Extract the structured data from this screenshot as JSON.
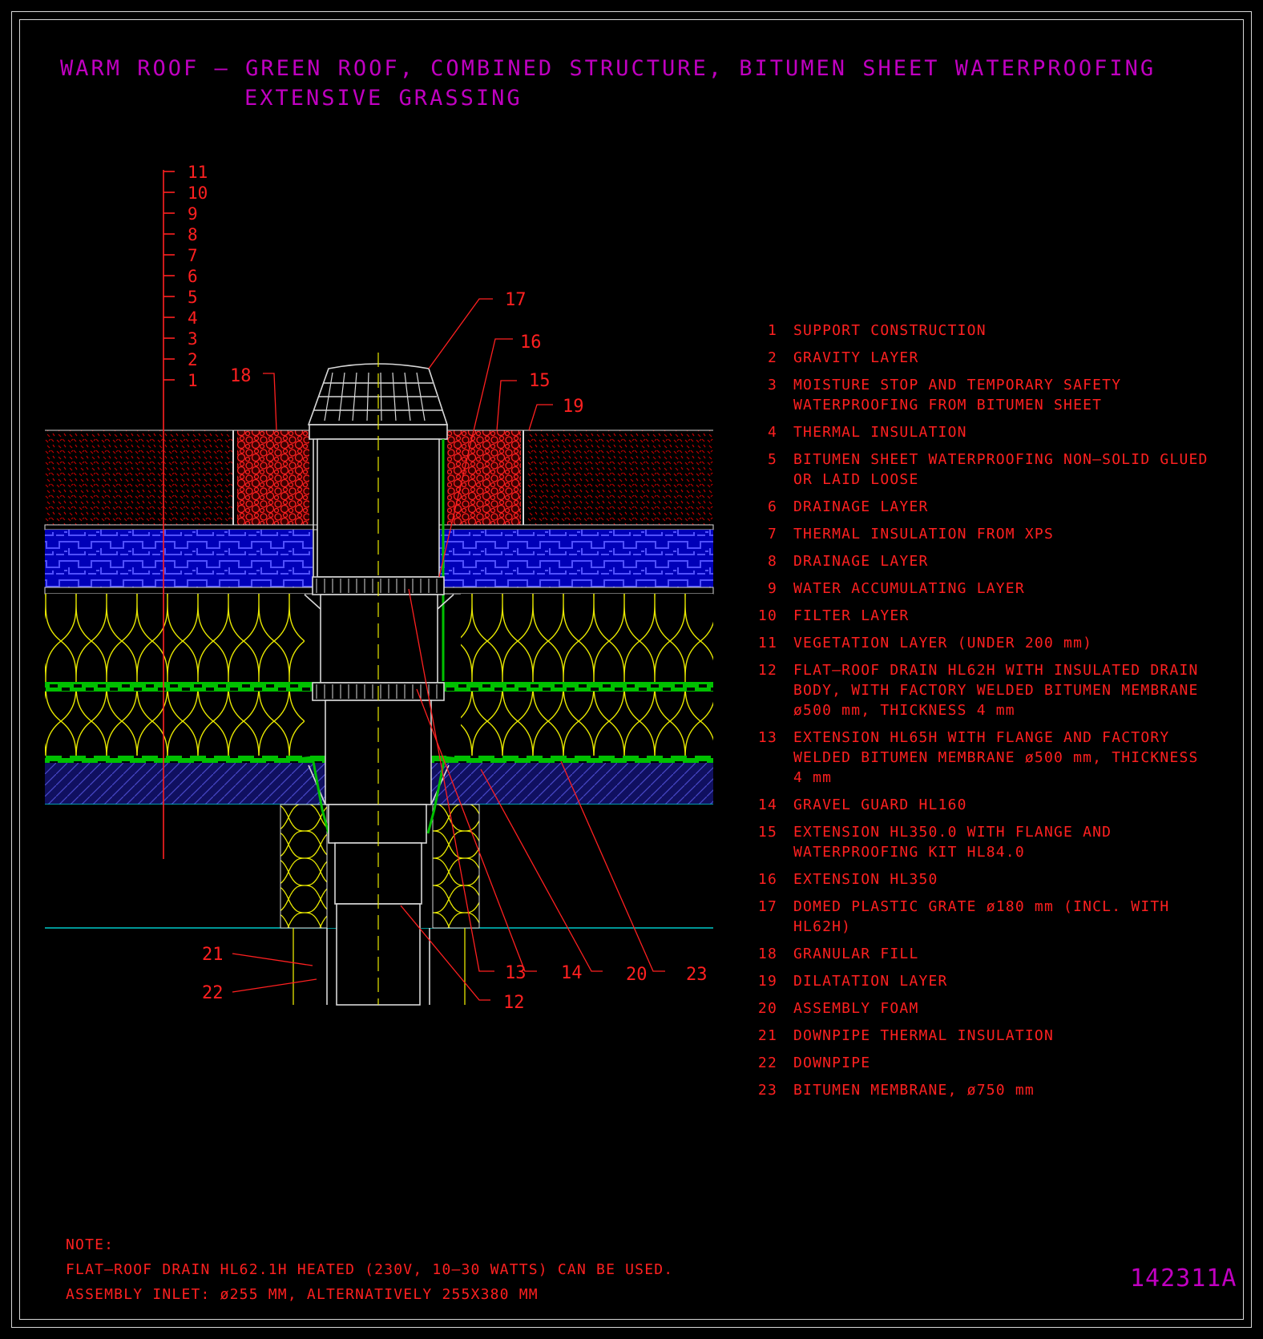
{
  "title": {
    "line1": "WARM ROOF – GREEN ROOF, COMBINED STRUCTURE, BITUMEN SHEET WATERPROOFING",
    "line2": "EXTENSIVE GRASSING"
  },
  "layer_scale": [
    "11",
    "10",
    "9",
    "8",
    "7",
    "6",
    "5",
    "4",
    "3",
    "2",
    "1"
  ],
  "callouts": {
    "c17": "17",
    "c16": "16",
    "c15": "15",
    "c19": "19",
    "c18": "18",
    "c21": "21",
    "c22": "22",
    "c13": "13",
    "c14": "14",
    "c20": "20",
    "c23": "23",
    "c12": "12"
  },
  "legend": [
    {
      "num": "1",
      "text": "SUPPORT CONSTRUCTION"
    },
    {
      "num": "2",
      "text": "GRAVITY LAYER"
    },
    {
      "num": "3",
      "text": "MOISTURE STOP AND TEMPORARY SAFETY WATERPROOFING FROM BITUMEN SHEET"
    },
    {
      "num": "4",
      "text": "THERMAL INSULATION"
    },
    {
      "num": "5",
      "text": "BITUMEN SHEET WATERPROOFING NON–SOLID GLUED OR LAID LOOSE"
    },
    {
      "num": "6",
      "text": "DRAINAGE LAYER"
    },
    {
      "num": "7",
      "text": "THERMAL INSULATION FROM XPS"
    },
    {
      "num": "8",
      "text": "DRAINAGE LAYER"
    },
    {
      "num": "9",
      "text": "WATER ACCUMULATING LAYER"
    },
    {
      "num": "10",
      "text": "FILTER LAYER"
    },
    {
      "num": "11",
      "text": "VEGETATION LAYER (UNDER 200 mm)"
    },
    {
      "num": "12",
      "text": "FLAT–ROOF DRAIN HL62H WITH INSULATED DRAIN BODY, WITH FACTORY WELDED BITUMEN MEMBRANE ø500 mm, THICKNESS 4 mm"
    },
    {
      "num": "13",
      "text": "EXTENSION HL65H WITH FLANGE AND FACTORY WELDED BITUMEN MEMBRANE ø500 mm, THICKNESS 4 mm"
    },
    {
      "num": "14",
      "text": "GRAVEL GUARD HL160"
    },
    {
      "num": "15",
      "text": "EXTENSION HL350.0 WITH FLANGE AND WATERPROOFING KIT HL84.0"
    },
    {
      "num": "16",
      "text": "EXTENSION HL350"
    },
    {
      "num": "17",
      "text": "DOMED PLASTIC GRATE ø180 mm (INCL. WITH HL62H)"
    },
    {
      "num": "18",
      "text": "GRANULAR FILL"
    },
    {
      "num": "19",
      "text": "DILATATION LAYER"
    },
    {
      "num": "20",
      "text": "ASSEMBLY FOAM"
    },
    {
      "num": "21",
      "text": "DOWNPIPE THERMAL INSULATION"
    },
    {
      "num": "22",
      "text": "DOWNPIPE"
    },
    {
      "num": "23",
      "text": "BITUMEN MEMBRANE, ø750 mm"
    }
  ],
  "notes": {
    "label": "NOTE:",
    "line1": "FLAT–ROOF DRAIN HL62.1H HEATED (230V, 10–30 WATTS) CAN BE USED.",
    "line2": "ASSEMBLY INLET: ø255 MM, ALTERNATIVELY 255X380 MM"
  },
  "drawing_code": "142311A",
  "colors": {
    "background": "#000000",
    "title": "#c000c0",
    "text": "#ff2020",
    "vegetation": "#c00000",
    "xps": "#0000c8",
    "insulation": "#e8e800",
    "membrane": "#00ff00",
    "concrete": "#1a1a80",
    "frame": "#d8d8d8"
  }
}
